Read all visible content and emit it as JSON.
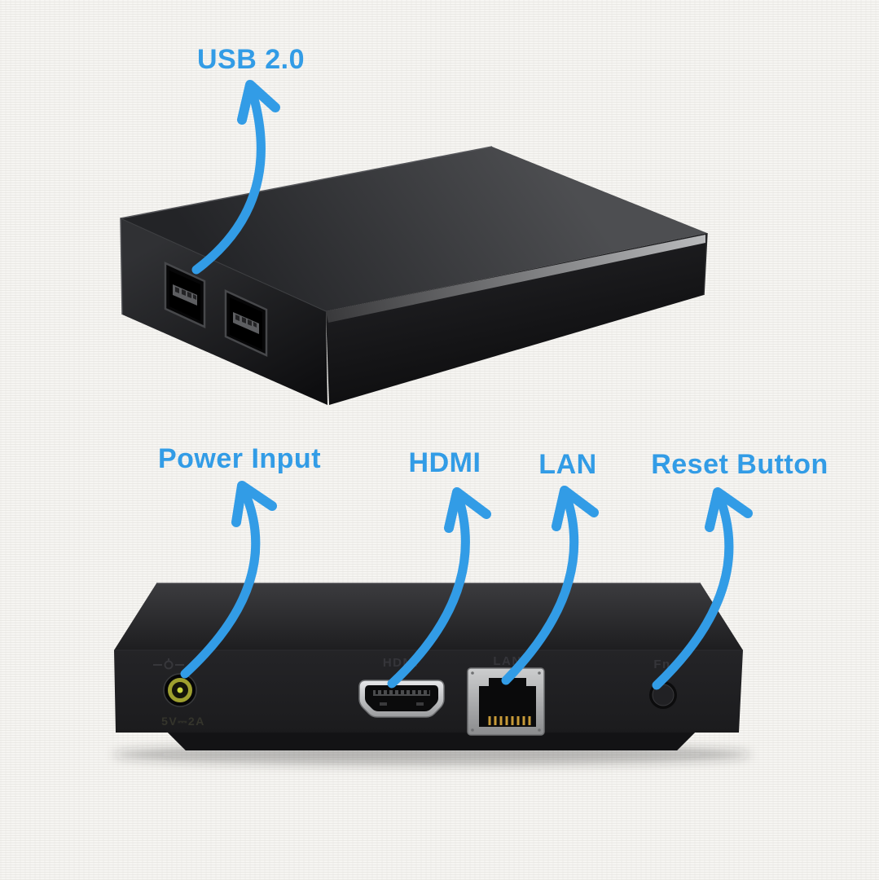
{
  "callouts": {
    "usb": {
      "label": "USB 2.0"
    },
    "power": {
      "label": "Power Input"
    },
    "hdmi": {
      "label": "HDMI"
    },
    "lan": {
      "label": "LAN"
    },
    "reset": {
      "label": "Reset Button"
    }
  },
  "rear_panel_markings": {
    "hdmi": "HDMI",
    "lan": "LAN",
    "reset": "Fn",
    "power_rating": "5V⎓2A"
  },
  "style": {
    "accent_color": "#329CE6",
    "background_color": "#F6F5F2",
    "device_color": "#1E1E20"
  }
}
